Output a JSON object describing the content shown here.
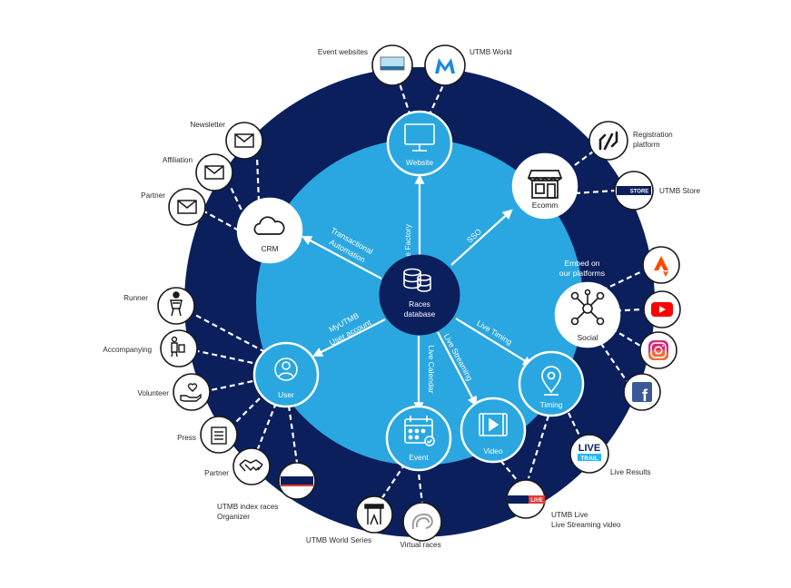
{
  "colors": {
    "outer_ring": "#0a1f5c",
    "inner_disc": "#2aa7e0",
    "center": "#0a1f5c",
    "hub_blue": "#2aa7e0",
    "hub_white": "#ffffff",
    "line": "#ffffff",
    "peripheral_border": "#1a1a1a"
  },
  "center": {
    "label_line1": "Races",
    "label_line2": "database",
    "icon": "database-icon"
  },
  "hubs": {
    "website": {
      "label": "Website",
      "icon": "monitor-icon"
    },
    "ecomm": {
      "label": "Ecomm",
      "icon": "shop-icon"
    },
    "crm": {
      "label": "CRM",
      "icon": "cloud-icon"
    },
    "social": {
      "label": "Social",
      "icon": "network-icon"
    },
    "user": {
      "label": "User",
      "icon": "user-icon"
    },
    "timing": {
      "label": "Timing",
      "icon": "location-pin-icon"
    },
    "event": {
      "label": "Event",
      "icon": "calendar-icon"
    },
    "video": {
      "label": "Video",
      "icon": "play-icon"
    }
  },
  "arrows": {
    "site_factory": "Site Factory",
    "sso": "SSO",
    "transactional_line1": "Transactional",
    "transactional_line2": "Automation",
    "myutmb_line1": "MyUTMB",
    "myutmb_line2": "User account",
    "live_calendar": "Live Calendar",
    "live_streaming": "Live Streaming",
    "live_timing": "Live Timing"
  },
  "ring_text": {
    "line1": "Embed on",
    "line2": "our platforms"
  },
  "peripherals": {
    "event_websites": {
      "label": "Event websites",
      "icon": "event-website-thumbnail-icon"
    },
    "utmb_world": {
      "label": "UTMB World",
      "icon": "utmb-m-logo-icon"
    },
    "registration": {
      "label_line1": "Registration",
      "label_line2": "platform",
      "icon": "registration-logo-icon"
    },
    "utmb_store": {
      "label": "UTMB Store",
      "icon": "utmb-store-logo-icon",
      "logo_text": "STORE"
    },
    "newsletter": {
      "label": "Newsletter",
      "icon": "envelope-icon"
    },
    "affiliation": {
      "label": "Affiliation",
      "icon": "envelope-icon"
    },
    "partner_crm": {
      "label": "Partner",
      "icon": "envelope-icon"
    },
    "strava": {
      "icon": "strava-icon"
    },
    "youtube": {
      "icon": "youtube-icon"
    },
    "instagram": {
      "icon": "instagram-icon"
    },
    "facebook": {
      "icon": "facebook-icon",
      "glyph": "f"
    },
    "runner": {
      "label": "Runner",
      "icon": "runner-icon"
    },
    "accompanying": {
      "label": "Accompanying",
      "icon": "accompanying-icon"
    },
    "volunteer": {
      "label": "Volunteer",
      "icon": "volunteer-hand-heart-icon"
    },
    "press": {
      "label": "Press",
      "icon": "newspaper-icon"
    },
    "partner_user": {
      "label": "Partner",
      "icon": "handshake-icon"
    },
    "utmb_index": {
      "label_line1": "UTMB index races",
      "label_line2": "Organizer",
      "icon": "utmb-index-logo-icon"
    },
    "utmb_world_series": {
      "label": "UTMB World Series",
      "icon": "world-series-icon"
    },
    "virtual_races": {
      "label": "Virtual races",
      "icon": "virtual-races-icon"
    },
    "live_results": {
      "label": "Live Results",
      "icon": "livetrail-logo-icon",
      "logo_line1": "LIVE",
      "logo_line2": "TRAIL"
    },
    "utmb_live": {
      "label_line1": "UTMB Live",
      "label_line2": "Live Streaming video",
      "icon": "utmb-live-logo-icon",
      "logo_text": "LIVE"
    }
  }
}
